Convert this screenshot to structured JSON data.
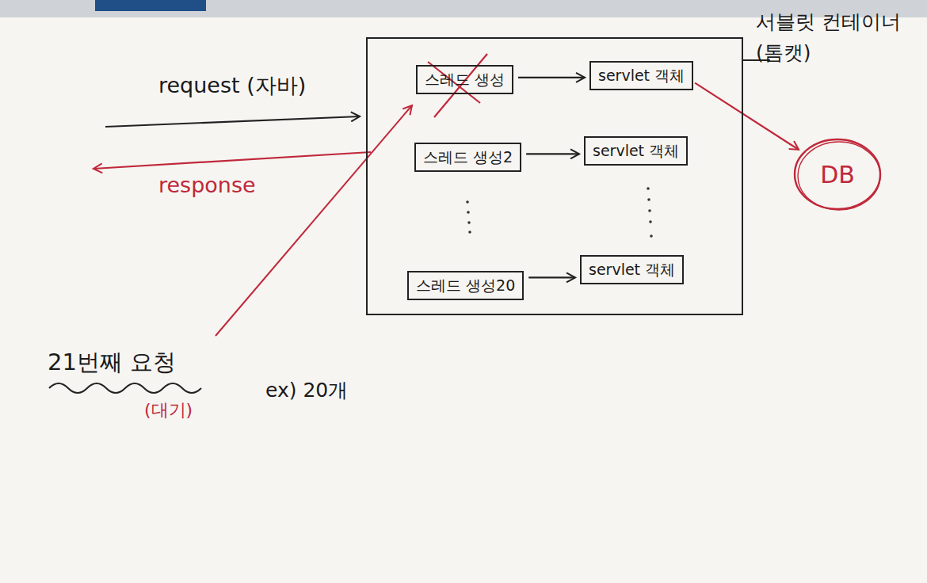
{
  "diagram": {
    "nodes": [
      {
        "text": [
          "서블릿 컨테이너 (톰캣)"
        ]
      },
      {
        "text": [
          "스레드 생성"
        ],
        "in": 0
      },
      {
        "text": [
          "servlet 객체"
        ],
        "in": 0
      },
      {
        "text": [
          "스레드 생성2"
        ],
        "in": 0
      },
      {
        "text": [
          "servlet 객체"
        ],
        "in": 0
      },
      {
        "text": [
          "스레드 생성20"
        ],
        "in": 0
      },
      {
        "text": [
          "servlet 객체"
        ],
        "in": 0
      },
      {
        "text": [
          "DB"
        ]
      }
    ],
    "edges": [
      {
        "from": 1,
        "to": 2,
        "arrow": "to"
      },
      {
        "from": 3,
        "to": 4,
        "arrow": "to"
      },
      {
        "from": 5,
        "to": 6,
        "arrow": "to"
      },
      {
        "from": 2,
        "to": 7,
        "arrow": "to"
      }
    ],
    "labels": [
      "request (자바)",
      "response",
      "21번째 요청",
      "(대기)",
      "ex) 20개"
    ]
  }
}
